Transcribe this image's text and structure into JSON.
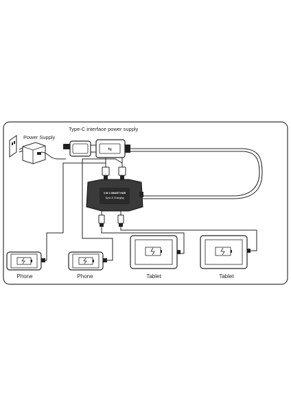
{
  "labels": {
    "type_c_supply": "Type-C interface power supply",
    "power_supply": "Power Supply"
  },
  "hub": {
    "line1": "3 IN 1 SMART HUB",
    "line2": "Sync & Charging"
  },
  "devices": [
    {
      "name": "Phone"
    },
    {
      "name": "Phone"
    },
    {
      "name": "Tablet"
    },
    {
      "name": "Tablet"
    }
  ],
  "colors": {
    "frame": "#333333",
    "hub_body": "#3a3a3a",
    "cable": "#2a2a2a"
  }
}
